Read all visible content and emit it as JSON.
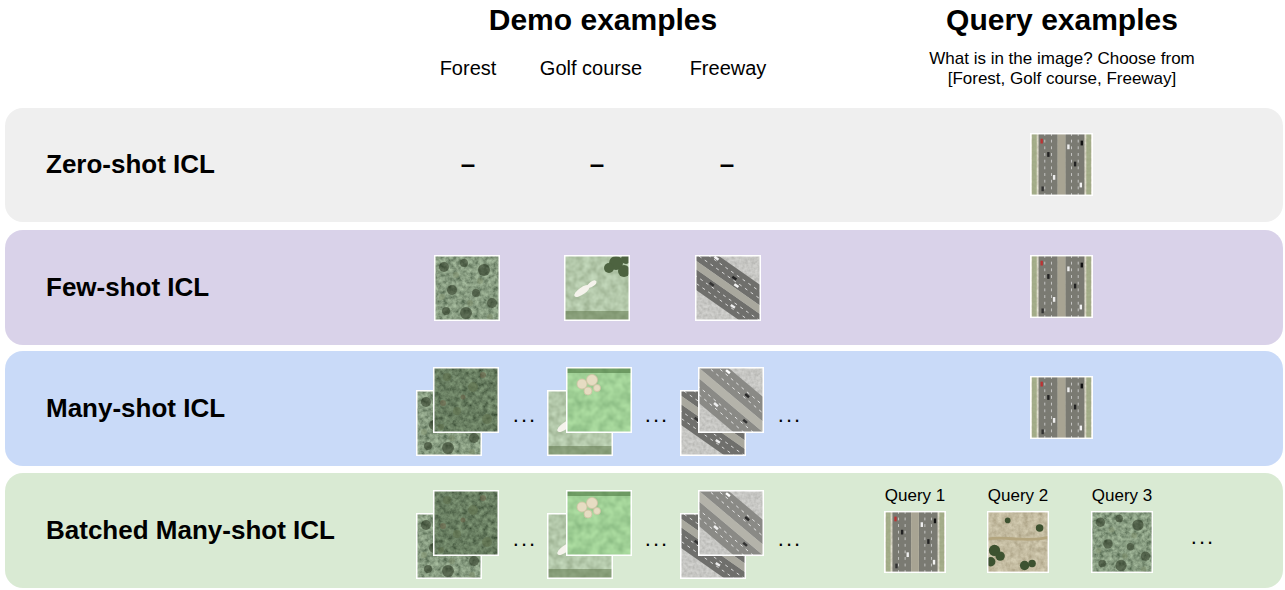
{
  "diagram": {
    "nodes": [
      {
        "text": [
          "Zero-shot ICL",
          "–",
          "–",
          "–"
        ]
      },
      {
        "text": [
          "Few-shot ICL"
        ]
      },
      {
        "text": [
          "Many-shot ICL",
          "...",
          "...",
          "..."
        ]
      },
      {
        "text": [
          "Batched Many-shot ICL",
          "...",
          "...",
          "...",
          "Query 1",
          "Query 2",
          "Query 3",
          "..."
        ]
      }
    ],
    "labels": [
      "Demo examples",
      "Query examples",
      "What is in the image? Choose from [Forest, Golf course, Freeway]",
      "Forest",
      "Golf course",
      "Freeway"
    ]
  }
}
